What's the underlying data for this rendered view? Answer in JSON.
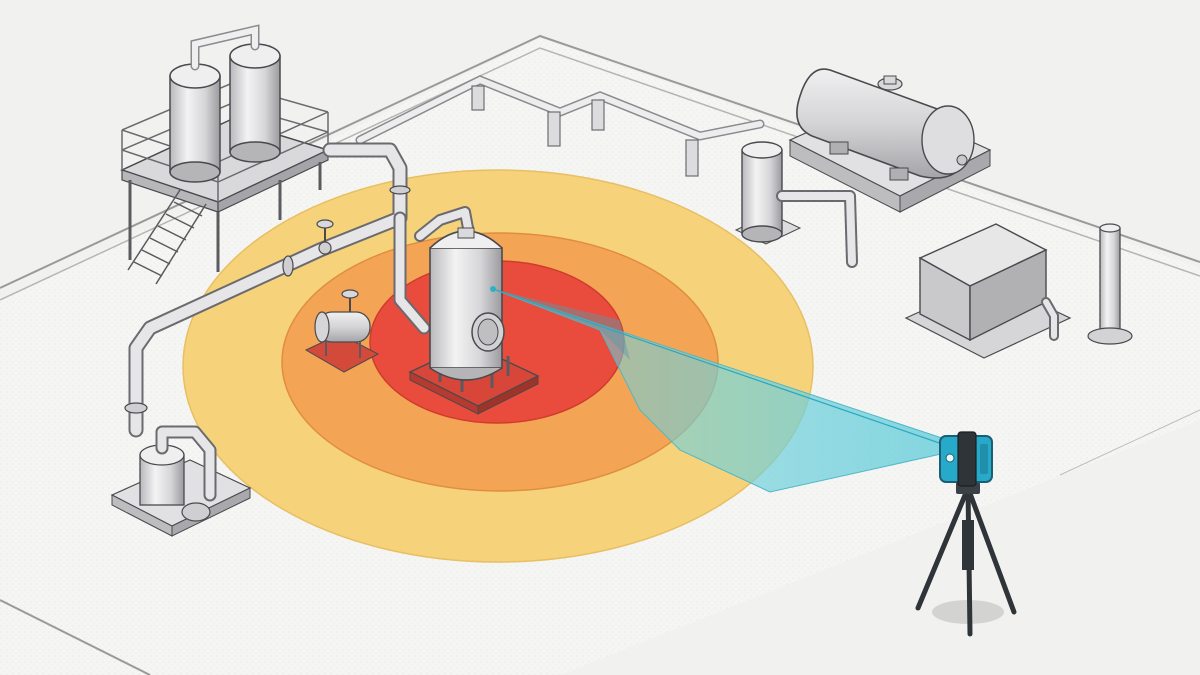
{
  "scene": {
    "kind": "isometric industrial plant laser scanning illustration",
    "colors": {
      "background": "#f1f1ef",
      "slab": "#f5f5f3",
      "slab_edge": "#9a9a9a",
      "metal_light": "#e9e9ea",
      "metal_mid": "#c9c9cb",
      "metal_dark": "#8d8d91",
      "outline": "#4a4a4e",
      "zone_outer": "#f6d27a",
      "zone_middle": "#f4a455",
      "zone_inner": "#e94c3c",
      "scan_beam": "#6fd0dc",
      "scanner_body": "#27a9c9",
      "scanner_dark": "#1b5f74",
      "tripod": "#2f3439",
      "base_plate": "#e14d3a"
    },
    "zones": [
      {
        "name": "outer",
        "level": 3
      },
      {
        "name": "middle",
        "level": 2
      },
      {
        "name": "inner",
        "level": 1
      }
    ],
    "icons": [
      "pressure-vessel-icon",
      "laser-scanner-icon",
      "tripod-icon",
      "storage-tank-icon",
      "pump-icon",
      "heat-exchanger-icon",
      "hvac-unit-icon",
      "platform-icon",
      "valve-icon"
    ]
  }
}
